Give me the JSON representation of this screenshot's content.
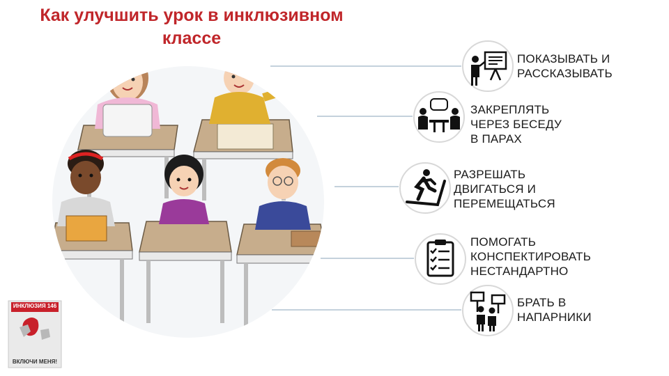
{
  "title_line1": "Как улучшить урок в инклюзивном",
  "title_line2": "классе",
  "items": [
    {
      "label": "ПОКАЗЫВАТЬ И\nРАССКАЗЫВАТЬ",
      "icon": "presentation-icon"
    },
    {
      "label": "ЗАКРЕПЛЯТЬ\nЧЕРЕЗ БЕСЕДУ\nВ ПАРАХ",
      "icon": "pair-talk-icon"
    },
    {
      "label": "РАЗРЕШАТЬ\nДВИГАТЬСЯ И\nПЕРЕМЕЩАТЬСЯ",
      "icon": "treadmill-runner-icon"
    },
    {
      "label": "ПОМОГАТЬ\nКОНСПЕКТИРОВАТЬ\nНЕСТАНДАРТНО",
      "icon": "checklist-icon"
    },
    {
      "label": "БРАТЬ В\nНАПАРНИКИ",
      "icon": "partners-icon"
    }
  ],
  "logo": {
    "top_text": "ИНКЛЮЗИЯ 146",
    "bottom_text": "ВКЛЮЧИ МЕНЯ!"
  },
  "colors": {
    "title": "#c0262a",
    "connector": "#8aa3b8",
    "icon_ring": "#d8d8d8",
    "logo_red": "#c8202a"
  }
}
